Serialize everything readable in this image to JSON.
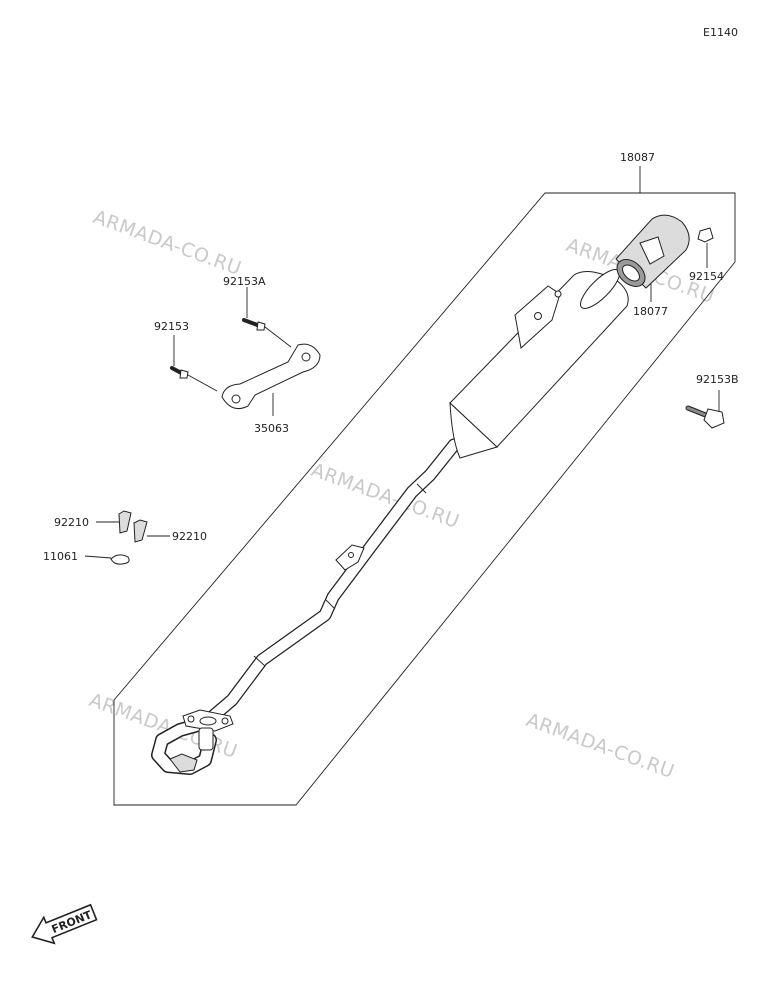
{
  "diagram_code": "E1140",
  "watermark_text": "ARMADA-CO.RU",
  "front_label": "FRONT",
  "parts": {
    "muffler_assembly": "18087",
    "end_cap": "18077",
    "cap_bolt": "92154",
    "mount_bolt_b": "92153B",
    "bracket_bolt_a": "92153A",
    "bracket_bolt": "92153",
    "bracket": "35063",
    "spring_clip_left": "92210",
    "spring_clip_right": "92210",
    "gasket": "11061"
  }
}
